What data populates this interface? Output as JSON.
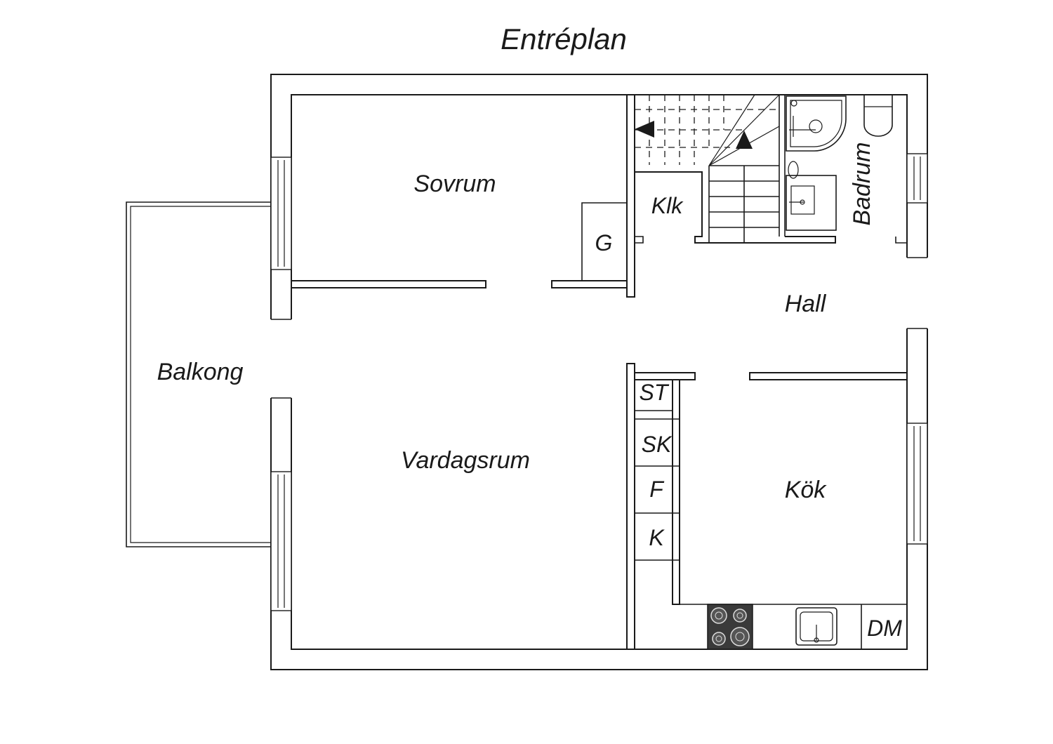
{
  "title": "Entréplan",
  "rooms": {
    "sovrum": "Sovrum",
    "balkong": "Balkong",
    "vardagsrum": "Vardagsrum",
    "hall": "Hall",
    "kok": "Kök",
    "badrum": "Badrum",
    "klk": "Klk",
    "g": "G",
    "st": "ST",
    "sk": "SK",
    "f": "F",
    "k": "K",
    "dm": "DM"
  },
  "colors": {
    "line": "#1a1a1a",
    "background": "#ffffff",
    "stove": "#3a3a3a"
  },
  "icons": [
    "stairs-arrow-icon",
    "shower-icon",
    "toilet-icon",
    "washbasin-icon",
    "stove-icon",
    "kitchen-sink-icon"
  ]
}
